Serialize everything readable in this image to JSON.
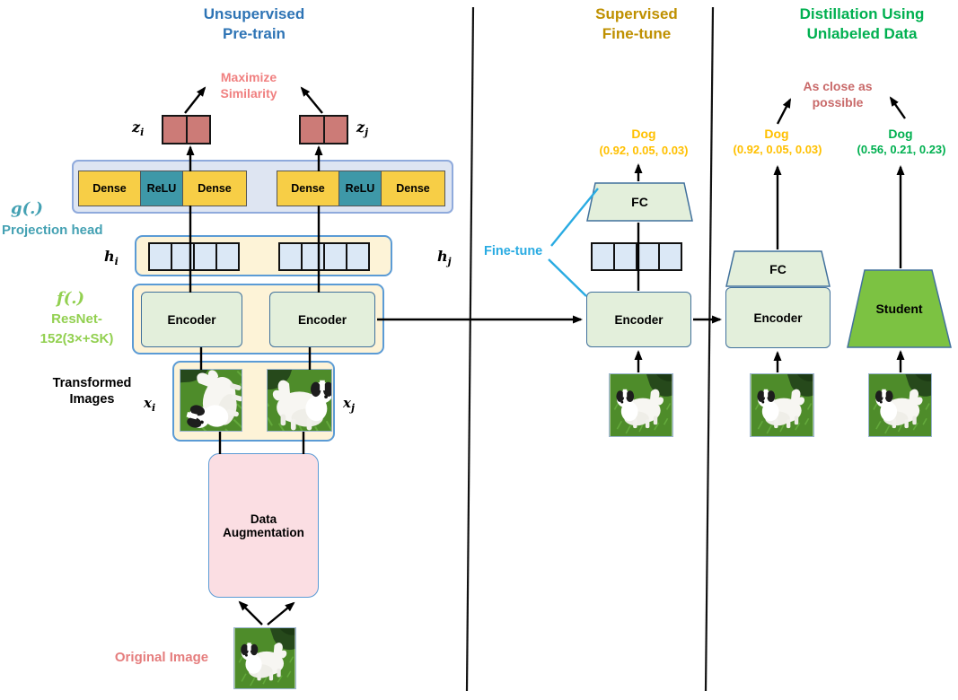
{
  "pretrain": {
    "title_line1": "Unsupervised",
    "title_line2": "Pre-train",
    "maximize_line1": "Maximize",
    "maximize_line2": "Similarity",
    "z_i": {
      "base": "z",
      "sub": "i"
    },
    "z_j": {
      "base": "z",
      "sub": "j"
    },
    "dense_label": "Dense",
    "relu_label": "ReLU",
    "g_label": "g(.)",
    "projection_head_label": "Projection head",
    "h_i": {
      "base": "h",
      "sub": "i"
    },
    "h_j": {
      "base": "h",
      "sub": "j"
    },
    "f_label": "f(.)",
    "resnet_line1": "ResNet-",
    "resnet_line2": "152(3×+SK)",
    "encoder_label": "Encoder",
    "transformed_line1": "Transformed",
    "transformed_line2": "Images",
    "x_i": {
      "base": "x",
      "sub": "i"
    },
    "x_j": {
      "base": "x",
      "sub": "j"
    },
    "data_aug_line1": "Data",
    "data_aug_line2": "Augmentation",
    "original_image_label": "Original Image"
  },
  "finetune": {
    "title_line1": "Supervised",
    "title_line2": "Fine-tune",
    "dog_label": "Dog",
    "dog_probs": "(0.92, 0.05, 0.03)",
    "fc_label": "FC",
    "encoder_label": "Encoder",
    "finetune_callout": "Fine-tune"
  },
  "distillation": {
    "title_line1": "Distillation Using",
    "title_line2": "Unlabeled Data",
    "close_line1": "As close as",
    "close_line2": "possible",
    "teacher_dog_label": "Dog",
    "teacher_dog_probs": "(0.92, 0.05, 0.03)",
    "student_dog_label": "Dog",
    "student_dog_probs": "(0.56, 0.21, 0.23)",
    "fc_label": "FC",
    "encoder_label": "Encoder",
    "student_label": "Student"
  },
  "images": {
    "dog": "japanese-chin-dog-on-grass"
  },
  "colors": {
    "pretrain_title": "#2E74B5",
    "finetune_title": "#BF9000",
    "distill_title": "#00B050",
    "salmon": "#F08080",
    "original_label": "#E57D7D",
    "rose": "#C96A6A",
    "gold": "#FFC000",
    "green_label": "#00B050",
    "cyan": "#29ABE2",
    "teal": "#44A1B3",
    "lime": "#92D050",
    "z_box_fill": "#CC7B77",
    "dense_fill": "#F7CE46",
    "relu_fill": "#3E98A8",
    "encoder_fill": "#E3EFDB",
    "student_fill": "#7CC242",
    "cream_fill": "#FDF3D7",
    "pink_fill": "#FBDEE3",
    "vector_cell_fill": "#DBE8F6",
    "projection_container_fill": "#DEE5F2"
  }
}
